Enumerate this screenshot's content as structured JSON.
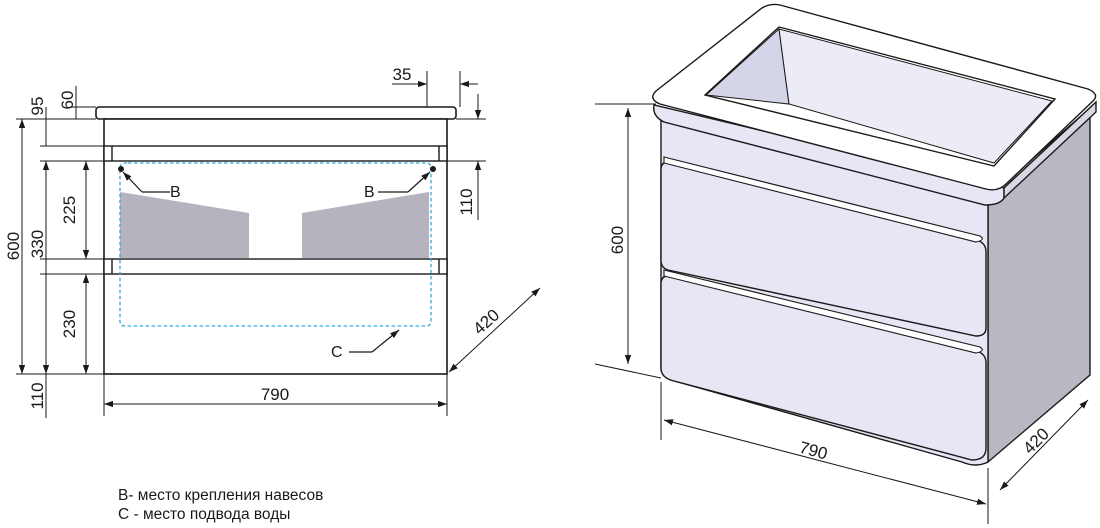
{
  "front_view": {
    "dims": {
      "height_total": "600",
      "height_upper": "330",
      "top_95": "95",
      "top_60": "60",
      "drawer_225": "225",
      "drawer_230": "230",
      "bottom_110": "110",
      "offset_35": "35",
      "side_110": "110",
      "depth_420": "420",
      "width_790": "790"
    },
    "markers": {
      "b_left": "B",
      "b_right": "B",
      "c": "C"
    }
  },
  "iso_view": {
    "dims": {
      "height_600": "600",
      "width_790": "790",
      "depth_420": "420"
    }
  },
  "legend": {
    "line_b": "B- место крепления навесов",
    "line_c": "C - место подвода воды"
  },
  "colors": {
    "line": "#1a1a1a",
    "shade": "#b5b3bd",
    "hidden": "#3aa6d0",
    "iso_fill": "#e6e6f4",
    "iso_side": "#b9b8c2",
    "basin": "#d5d5ea"
  }
}
